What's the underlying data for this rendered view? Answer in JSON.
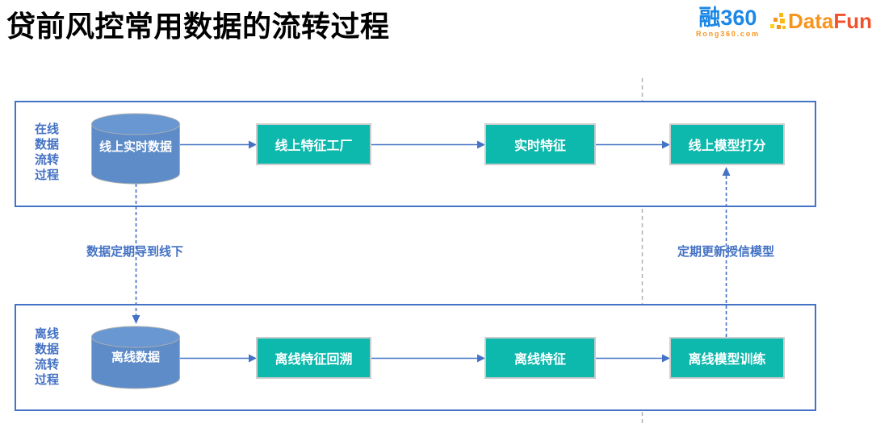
{
  "title": "贷前风控常用数据的流转过程",
  "header": {
    "rong360": {
      "wordmark": "融360",
      "domain": "Rong360.com"
    },
    "datafun": {
      "part1": "Data",
      "part2": "Fun."
    }
  },
  "lanes": {
    "online": {
      "label_lines": [
        "在线",
        "数据",
        "流转",
        "过程"
      ],
      "datastore": "线上实时数据",
      "steps": [
        "线上特征工厂",
        "实时特征",
        "线上模型打分"
      ]
    },
    "offline": {
      "label_lines": [
        "离线",
        "数据",
        "流转",
        "过程"
      ],
      "datastore": "离线数据",
      "steps": [
        "离线特征回溯",
        "离线特征",
        "离线模型训练"
      ]
    }
  },
  "flow_labels": {
    "to_offline": "数据定期导到线下",
    "update_model": "定期更新授信模型"
  },
  "colors": {
    "lane_border": "#4472C4",
    "arrow_blue": "#4472C4",
    "label_blue": "#4472C4",
    "node_teal": "#0DB8AD",
    "cylinder_blue": "#5E8CC9",
    "gray_dashed": "#B3B3B3",
    "rong_blue": "#1B87E6",
    "rong_orange": "#F7941D",
    "datafun_orange": "#F7941D",
    "datafun_red": "#F1512B"
  }
}
